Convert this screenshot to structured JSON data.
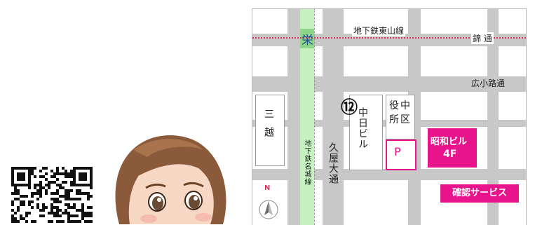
{
  "map": {
    "subway_higashiyama": "地下鉄東山線",
    "sakae_station": "栄",
    "nishiki_dori": "錦 通",
    "hirokoji_dori": "広小路通",
    "mitsukoshi": "三越",
    "subway_meijo": "地下鉄名城線",
    "hisaya_odori": "久屋大通",
    "chunichi_building": "中日ビル",
    "building_number": "⑫",
    "naka_ward_office": "中区役所",
    "parking": "P",
    "showa_building_name": "昭和ビル",
    "showa_building_floor": "4F",
    "service_label": "確認サービス",
    "north_mark": "N"
  },
  "colors": {
    "road_gray": "#c8c8c8",
    "subway_line_green": "#c6f2c0",
    "station_green": "#8fd68a",
    "dotted_line_red": "#d8335d",
    "highlight_magenta": "#e8148c"
  }
}
